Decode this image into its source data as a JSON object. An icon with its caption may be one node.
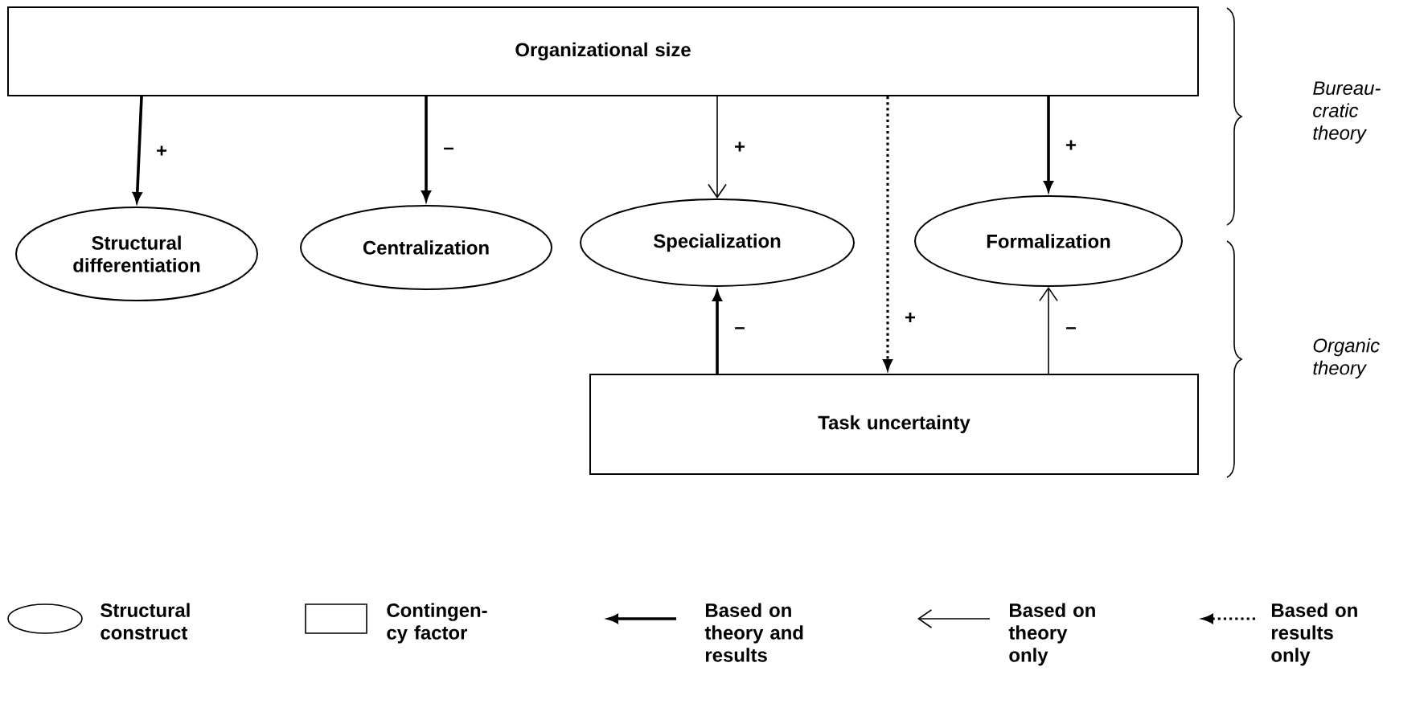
{
  "diagram": {
    "nodes": [
      {
        "text": [
          "Organizational size"
        ]
      },
      {
        "text": [
          "Structural differentiation"
        ]
      },
      {
        "text": [
          "Centralization"
        ]
      },
      {
        "text": [
          "Specialization"
        ]
      },
      {
        "text": [
          "Formalization"
        ]
      },
      {
        "text": [
          "Task uncertainty"
        ]
      }
    ],
    "edges": [
      {
        "from": 0,
        "to": 1,
        "arrow": "to",
        "label": "+"
      },
      {
        "from": 0,
        "to": 2,
        "arrow": "to",
        "label": "–"
      },
      {
        "from": 0,
        "to": 3,
        "arrow": "to",
        "label": "+"
      },
      {
        "from": 0,
        "to": 5,
        "arrow": "to",
        "label": "+",
        "style": "dashed"
      },
      {
        "from": 0,
        "to": 4,
        "arrow": "to",
        "label": "+"
      },
      {
        "from": 5,
        "to": 3,
        "arrow": "to",
        "label": "–"
      },
      {
        "from": 5,
        "to": 4,
        "arrow": "to",
        "label": "–"
      }
    ],
    "labels": [
      "Bureau- cratic theory",
      "Organic theory"
    ],
    "legend": [
      {
        "text": "Structural construct"
      },
      {
        "text": "Contingen- cy factor"
      },
      {
        "text": "Based on theory and results"
      },
      {
        "text": "Based on theory only"
      },
      {
        "text": "Based on results only"
      }
    ]
  }
}
